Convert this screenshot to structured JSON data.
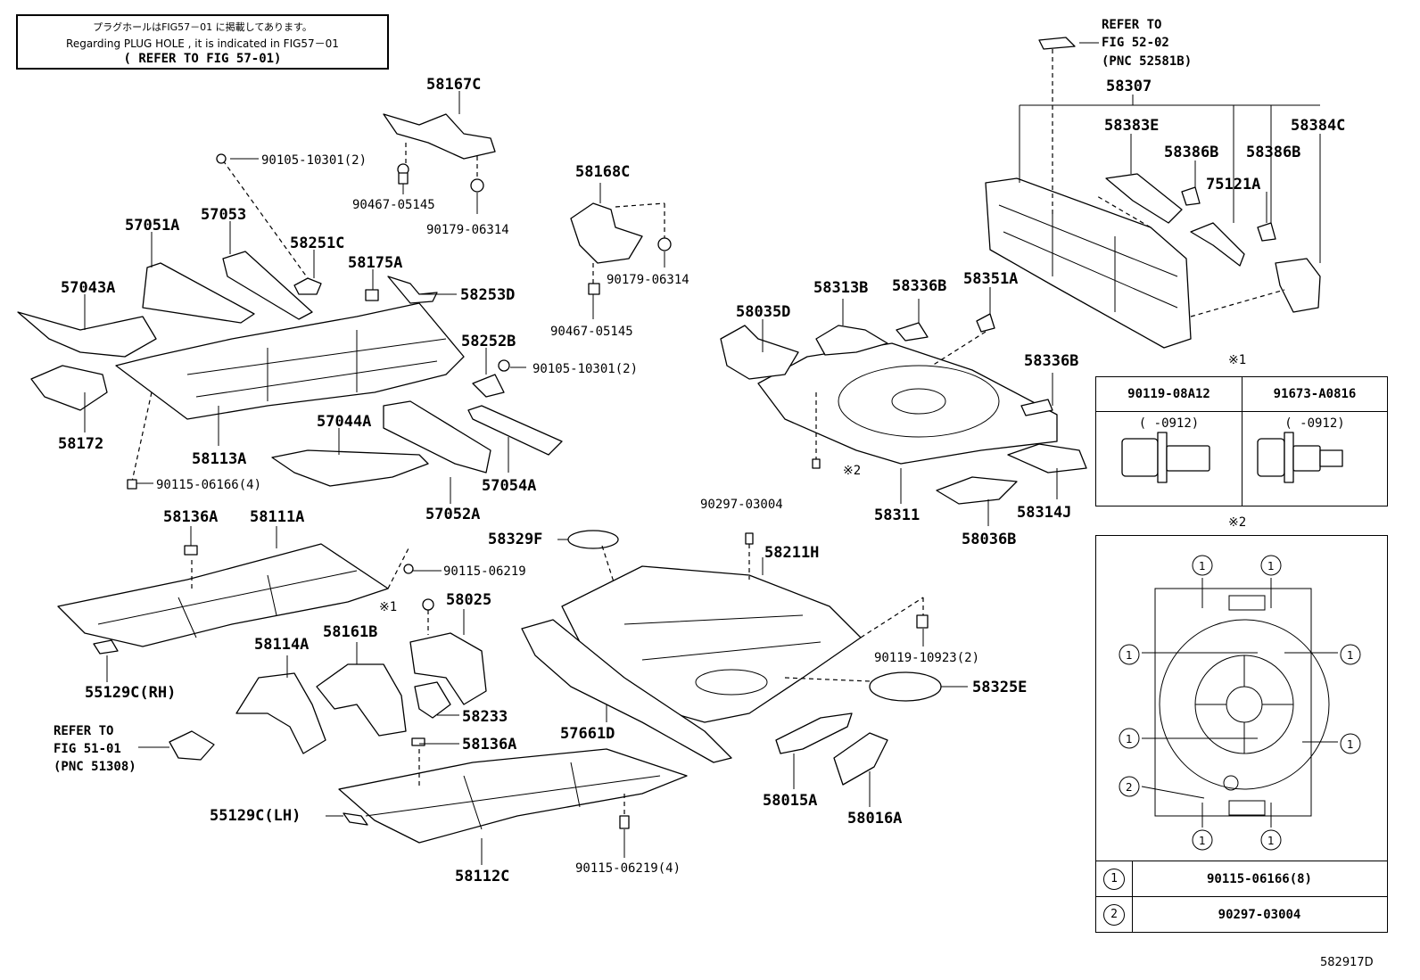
{
  "note": {
    "japanese": "プラグホールはFIG57－01 に掲載してあります。",
    "english": "Regarding PLUG HOLE , it is indicated in FIG57－01",
    "refer": "( REFER TO FIG 57-01)"
  },
  "labels": {
    "p58167C": "58167C",
    "p90105a": "90105-10301(2)",
    "p90467a": "90467-05145",
    "p90179a": "90179-06314",
    "p58168C": "58168C",
    "p90179b": "90179-06314",
    "p90467b": "90467-05145",
    "p57051A": "57051A",
    "p57053": "57053",
    "p58251C": "58251C",
    "p58175A": "58175A",
    "p58253D": "58253D",
    "p57043A": "57043A",
    "p58252B": "58252B",
    "p90105b": "90105-10301(2)",
    "p58172": "58172",
    "p58113A": "58113A",
    "p57044A": "57044A",
    "p57054A": "57054A",
    "p57052A": "57052A",
    "p90115a": "90115-06166(4)",
    "p58136A_1": "58136A",
    "p58111A": "58111A",
    "p90115b": "90115-06219",
    "p58025": "58025",
    "p58114A": "58114A",
    "p58161B": "58161B",
    "p55129C_RH": "55129C(RH)",
    "p58233": "58233",
    "p58136A_2": "58136A",
    "p55129C_LH": "55129C(LH)",
    "p58112C": "58112C",
    "p90115c": "90115-06219(4)",
    "p58329F": "58329F",
    "p90297": "90297-03004",
    "p58211H": "58211H",
    "p90119": "90119-10923(2)",
    "p58325E": "58325E",
    "p57661D": "57661D",
    "p58015A": "58015A",
    "p58016A": "58016A",
    "p58035D": "58035D",
    "p58313B": "58313B",
    "p58336B_1": "58336B",
    "p58351A": "58351A",
    "p58336B_2": "58336B",
    "p58311": "58311",
    "p58314J": "58314J",
    "p58036B": "58036B",
    "p58307": "58307",
    "p58383E": "58383E",
    "p58386B_1": "58386B",
    "p58386B_2": "58386B",
    "p58384C": "58384C",
    "p75121A": "75121A",
    "mark1": "※1",
    "mark2": "※2",
    "mark1_tbl": "※1",
    "mark2_tbl": "※2"
  },
  "refer_blocks": {
    "fig52": [
      "REFER TO",
      "FIG 52-02",
      "(PNC 52581B)"
    ],
    "fig51": [
      "REFER TO",
      "FIG 51-01",
      "(PNC 51308)"
    ]
  },
  "table1": {
    "left": {
      "part": "90119-08A12",
      "range": "(    -0912)"
    },
    "right": {
      "part": "91673-A0816",
      "range": "(    -0912)"
    }
  },
  "table2": {
    "rows": [
      {
        "num": "1",
        "part": "90115-06166(8)"
      },
      {
        "num": "2",
        "part": "90297-03004"
      }
    ],
    "callout_1": "1",
    "callout_2": "2"
  },
  "diagram_id": "582917D"
}
